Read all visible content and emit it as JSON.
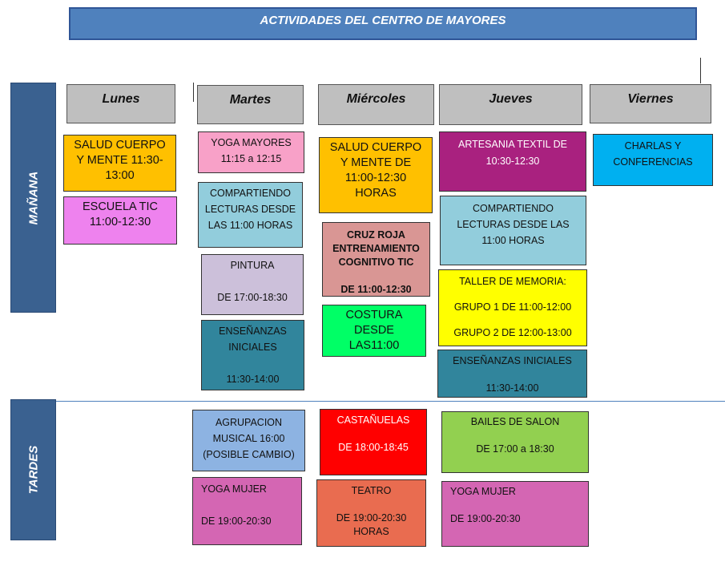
{
  "title": "ACTIVIDADES DEL CENTRO DE MAYORES",
  "sections": {
    "morning": "MAÑANA",
    "afternoon": "TARDES"
  },
  "days": {
    "mon": "Lunes",
    "tue": "Martes",
    "wed": "Miércoles",
    "thu": "Jueves",
    "fri": "Viernes"
  },
  "activities": {
    "mon_salud": [
      "SALUD CUERPO",
      "Y MENTE 11:30-",
      "13:00"
    ],
    "mon_tic": [
      "ESCUELA TIC",
      "11:00-12:30"
    ],
    "tue_yoga": [
      "YOGA MAYORES",
      "11:15 a 12:15"
    ],
    "tue_lecturas": [
      "COMPARTIENDO",
      "LECTURAS DESDE",
      "LAS 11:00 HORAS"
    ],
    "tue_pintura": [
      "PINTURA",
      "",
      "DE 17:00-18:30"
    ],
    "tue_ensenanzas": [
      "ENSEÑANZAS",
      "INICIALES",
      "",
      "11:30-14:00"
    ],
    "wed_salud": [
      "SALUD CUERPO",
      "Y MENTE DE",
      "11:00-12:30",
      "HORAS"
    ],
    "wed_cruz": [
      "CRUZ ROJA",
      "ENTRENAMIENTO",
      "COGNITIVO TIC",
      "",
      "DE 11:00-12:30"
    ],
    "wed_costura": [
      "COSTURA",
      "DESDE",
      "LAS11:00"
    ],
    "thu_artesania": [
      "ARTESANIA TEXTIL DE",
      "10:30-12:30"
    ],
    "thu_lecturas": [
      "COMPARTIENDO",
      "LECTURAS DESDE LAS",
      "11:00 HORAS"
    ],
    "thu_memoria": [
      "TALLER DE MEMORIA:",
      "",
      "GRUPO 1 DE 11:00-12:00",
      "",
      "GRUPO 2 DE 12:00-13:00"
    ],
    "thu_ensenanzas": [
      "ENSEÑANZAS INICIALES",
      "",
      "11:30-14:00"
    ],
    "fri_charlas": [
      "CHARLAS Y",
      "CONFERENCIAS"
    ],
    "tue_musical": [
      "AGRUPACION",
      "MUSICAL 16:00",
      "(POSIBLE CAMBIO)"
    ],
    "tue_yoga_mujer": [
      "YOGA MUJER",
      "",
      "DE 19:00-20:30"
    ],
    "wed_castanuelas": [
      "CASTAÑUELAS",
      "",
      "DE 18:00-18:45"
    ],
    "wed_teatro": [
      "TEATRO",
      "",
      "DE 19:00-20:30",
      "HORAS"
    ],
    "thu_bailes": [
      "BAILES DE SALON",
      "",
      "DE 17:00 a 18:30"
    ],
    "thu_yoga_mujer": [
      "YOGA MUJER",
      "",
      "DE 19:00-20:30"
    ]
  },
  "colors": {
    "orange": "#ffc000",
    "violet": "#ee82ee",
    "pink": "#f8a1c8",
    "lightblue": "#92cddc",
    "lavender": "#ccc0da",
    "teal": "#31859c",
    "rose": "#d99694",
    "green": "#00ff66",
    "magenta": "#a9217f",
    "yellow": "#ffff00",
    "sky": "#00b0f0",
    "cornflower": "#8db3e2",
    "orchid": "#d466b3",
    "red": "#ff0000",
    "salmon": "#e96c50",
    "lime": "#92d050"
  }
}
